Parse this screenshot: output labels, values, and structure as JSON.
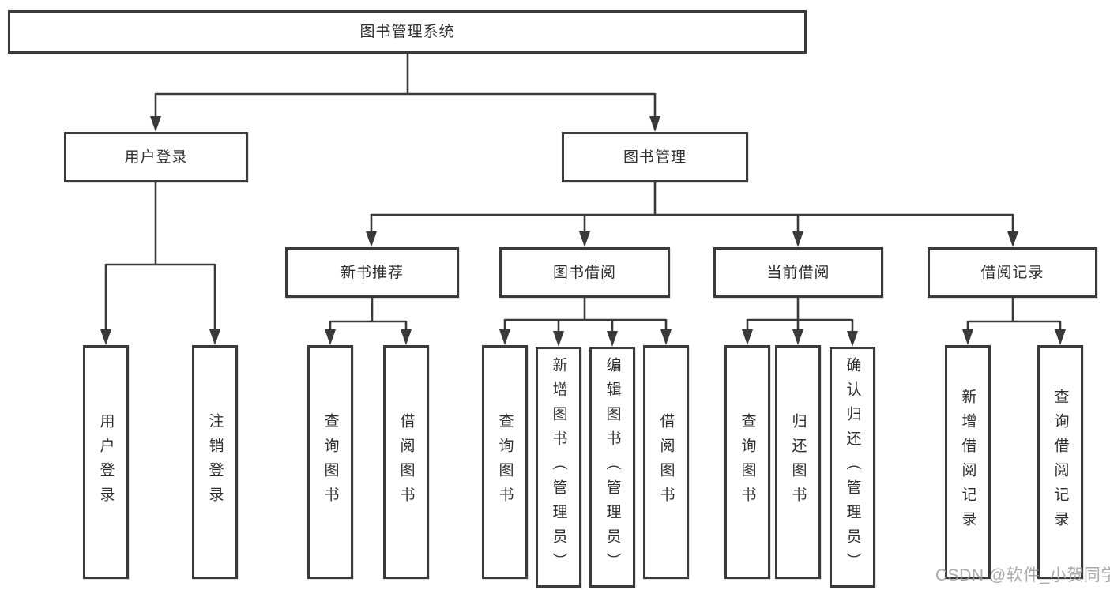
{
  "tree": {
    "label": "图书管理系统",
    "children": [
      {
        "label": "用户登录",
        "children": [
          {
            "label": "用户登录"
          },
          {
            "label": "注销登录"
          }
        ]
      },
      {
        "label": "图书管理",
        "children": [
          {
            "label": "新书推荐",
            "children": [
              {
                "label": "查询图书"
              },
              {
                "label": "借阅图书"
              }
            ]
          },
          {
            "label": "图书借阅",
            "children": [
              {
                "label": "查询图书"
              },
              {
                "label": "新增图书（管理员）"
              },
              {
                "label": "编辑图书（管理员）"
              },
              {
                "label": "借阅图书"
              }
            ]
          },
          {
            "label": "当前借阅",
            "children": [
              {
                "label": "查询图书"
              },
              {
                "label": "归还图书"
              },
              {
                "label": "确认归还（管理员）"
              }
            ]
          },
          {
            "label": "借阅记录",
            "children": [
              {
                "label": "新增借阅记录"
              },
              {
                "label": "查询借阅记录"
              }
            ]
          }
        ]
      }
    ]
  },
  "watermark": "CSDN @软件_小贺同学",
  "colors": {
    "border": "#3a3a3a",
    "line": "#3a3a3a",
    "text": "#2f2f2f",
    "watermark": "#9c9c9c",
    "background": "#ffffff"
  }
}
